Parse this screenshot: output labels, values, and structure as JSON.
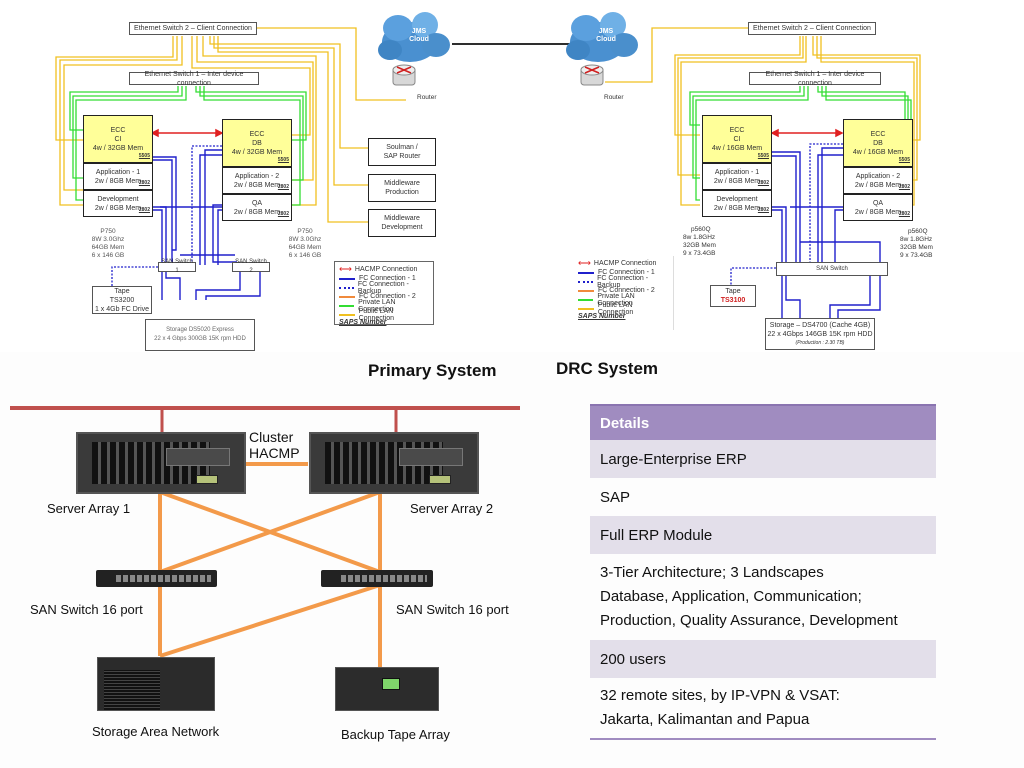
{
  "primary": {
    "title": "Primary System",
    "eth_switch_2": "Ethernet Switch 2 – Client Connection",
    "eth_switch_1": "Ethernet Switch 1 – Inter device connection",
    "ecc_ci": {
      "line1": "ECC",
      "line2": "CI",
      "line3": "4w / 32GB Mem",
      "saps": "5505"
    },
    "app1": {
      "line1": "Application - 1",
      "line2": "2w / 8GB Mem",
      "saps": "2802"
    },
    "dev": {
      "line1": "Development",
      "line2": "2w / 8GB Mem",
      "saps": "2802"
    },
    "ecc_db": {
      "line1": "ECC",
      "line2": "DB",
      "line3": "4w / 32GB Mem",
      "saps": "5505"
    },
    "app2": {
      "line1": "Application - 2",
      "line2": "2w / 8GB Mem",
      "saps": "2802"
    },
    "qa": {
      "line1": "QA",
      "line2": "2w / 8GB Mem",
      "saps": "2802"
    },
    "spec_left": [
      "P750",
      "8W 3.0Ghz",
      "64GB Mem",
      "6 x 146 GB"
    ],
    "spec_right": [
      "P750",
      "8W 3.0Ghz",
      "64GB Mem",
      "6 x 146 GB"
    ],
    "san_switch_1": "SAN Switch 1",
    "san_switch_2": "SAN Switch 2",
    "tape": [
      "Tape",
      "TS3200",
      "1 x 4Gb FC Drive"
    ],
    "storage": [
      "Storage DS5020 Express",
      "22 x 4 Gbps 300GB 15K rpm HDD"
    ],
    "solman": [
      "Soulman /",
      "SAP Router"
    ],
    "mw_prod": [
      "Middleware",
      "Production"
    ],
    "mw_dev": [
      "Middleware",
      "Development"
    ],
    "cloud": [
      "JMS",
      "Cloud"
    ],
    "router": "Router"
  },
  "drc": {
    "title": "DRC System",
    "eth_switch_2": "Ethernet Switch 2 – Client Connection",
    "eth_switch_1": "Ethernet Switch 1 – Inter device connection",
    "ecc_ci": {
      "line1": "ECC",
      "line2": "CI",
      "line3": "4w / 16GB Mem",
      "saps": "5505"
    },
    "app1": {
      "line1": "Application - 1",
      "line2": "2w / 8GB Mem",
      "saps": "2802"
    },
    "dev": {
      "line1": "Development",
      "line2": "2w / 8GB Mem",
      "saps": "2802"
    },
    "ecc_db": {
      "line1": "ECC",
      "line2": "DB",
      "line3": "4w / 16GB Mem",
      "saps": "5505"
    },
    "app2": {
      "line1": "Application - 2",
      "line2": "2w / 8GB Mem",
      "saps": "2802"
    },
    "qa": {
      "line1": "QA",
      "line2": "2w / 8GB Mem",
      "saps": "2802"
    },
    "spec_left": [
      "p560Q",
      "8w 1.8GHz",
      "32GB Mem",
      "9 x 73.4GB"
    ],
    "spec_right": [
      "p560Q",
      "8w 1.8GHz",
      "32GB Mem",
      "9 x 73.4GB"
    ],
    "san_switch": "SAN Switch",
    "tape": [
      "Tape",
      "TS3100"
    ],
    "storage": [
      "Storage – DS4700 (Cache 4GB)",
      "22 x 4Gbps 146GB 15K rpm HDD",
      "(Production : 2.30 TB)"
    ],
    "cloud": [
      "JMS",
      "Cloud"
    ],
    "router": "Router"
  },
  "legend": {
    "items": [
      {
        "label": "HACMP Connection",
        "color": "#e02020",
        "style": "arrow"
      },
      {
        "label": "FC Connection - 1",
        "color": "#2020cc",
        "style": "solid"
      },
      {
        "label": "FC Connection - Backup",
        "color": "#2020cc",
        "style": "dotted"
      },
      {
        "label": "FC Connection - 2",
        "color": "#f08a3c",
        "style": "solid"
      },
      {
        "label": "Private LAN Connection",
        "color": "#33dd33",
        "style": "solid"
      },
      {
        "label": "Public LAN Connection",
        "color": "#f0c020",
        "style": "solid"
      }
    ],
    "saps_title": "SAPS Number"
  },
  "hardware": {
    "cluster_label": [
      "Cluster",
      "HACMP"
    ],
    "server1": "Server Array 1",
    "server2": "Server Array 2",
    "san1": "SAN Switch 16 port",
    "san2": "SAN Switch 16 port",
    "storage": "Storage Area Network",
    "tape": "Backup Tape Array"
  },
  "details": {
    "header": "Details",
    "rows": [
      [
        "Large-Enterprise ERP"
      ],
      [
        "SAP"
      ],
      [
        "Full ERP Module"
      ],
      [
        "3-Tier Architecture; 3 Landscapes",
        "Database, Application, Communication;",
        "Production, Quality Assurance,  Development"
      ],
      [
        "200 users"
      ],
      [
        "32 remote sites, by IP-VPN & VSAT:",
        "Jakarta, Kalimantan and Papua"
      ]
    ]
  },
  "colors": {
    "public_lan": "#f0c020",
    "private_lan": "#33dd33",
    "fc": "#2020cc",
    "hacmp": "#e02020",
    "fc2": "#f08a3c",
    "lan_bar": "#c0504d",
    "details_header": "#a08cc0",
    "details_shade": "#e3dfea"
  }
}
